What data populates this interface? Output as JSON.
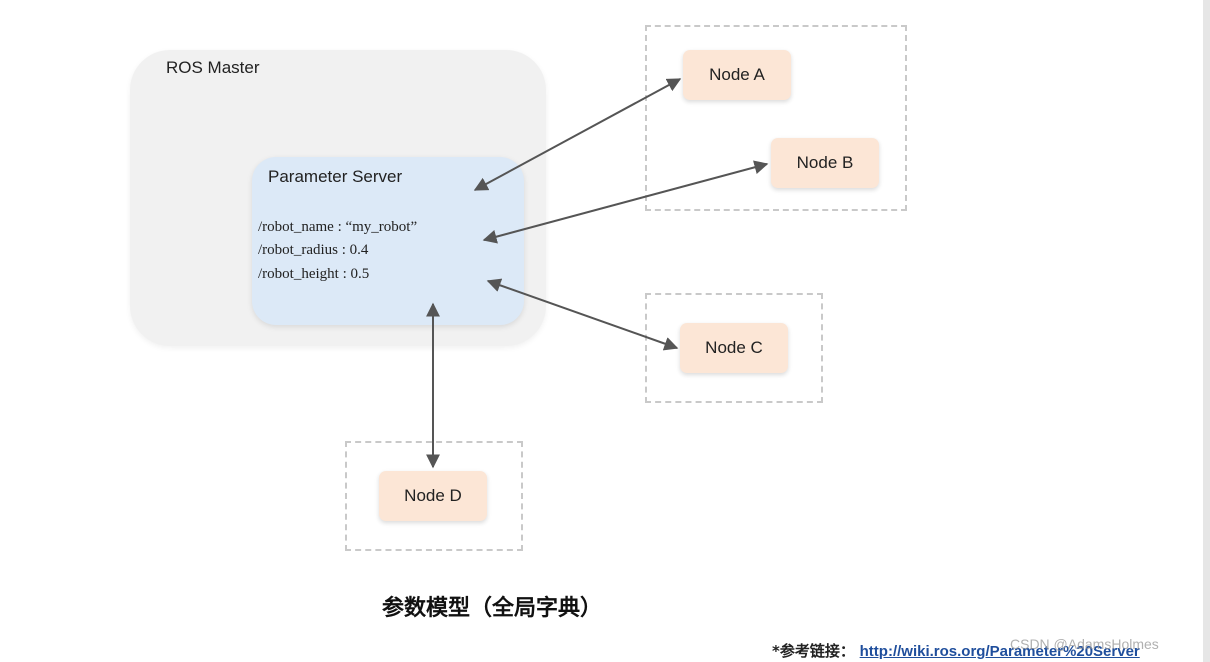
{
  "master": {
    "label": "ROS Master",
    "param_server": {
      "title": "Parameter Server",
      "params": [
        "/robot_name : “my_robot”",
        "/robot_radius : 0.4",
        "/robot_height : 0.5"
      ]
    }
  },
  "nodes": {
    "a": "Node A",
    "b": "Node B",
    "c": "Node C",
    "d": "Node D"
  },
  "caption": "参数模型（全局字典）",
  "reference": {
    "label": "*参考链接：",
    "url": "http://wiki.ros.org/Parameter%20Server"
  },
  "watermark": "CSDN @AdamsHolmes",
  "colors": {
    "master_bg": "#f1f1f1",
    "param_bg": "#dce9f7",
    "node_bg": "#fce6d6",
    "arrow": "#555555",
    "link": "#1f4e9c"
  }
}
